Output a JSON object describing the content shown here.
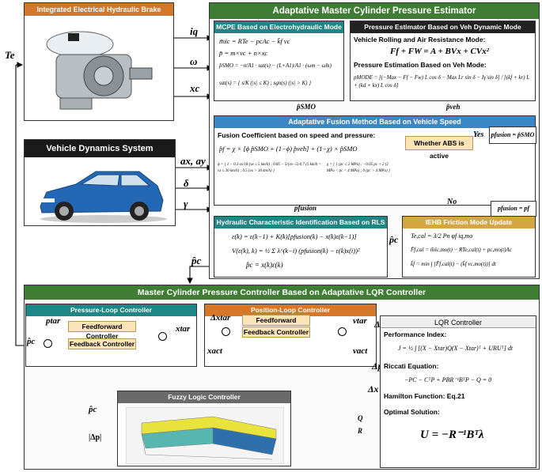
{
  "brake_title": "Integrated Electrical Hydraulic Brake",
  "vehicle_title": "Vehicle Dynamics System",
  "estimator_title": "Adaptative Master Cylinder Pressure Estimator",
  "mcpe_title": "MCPE Based on Electrohydraulic Mode",
  "mcpe_eq1": "m̄ẍc = RTe − pcAc − k̄f vc",
  "mcpe_eq2": "p̄ = m×vc + n×xc",
  "mcpe_eq3": "p̂SMO = −σ/A1 · sat(s) − (L+A1)/A1 · (ωm − ω̂m)",
  "mcpe_eq4": "sat(s) = { s/K (|s| ≤ K) ; sgn(s) (|s| > K) }",
  "veh_title": "Pressure Estimator Based on Veh Dynamic Mode",
  "veh_sub1": "Vehicle Rolling and Air Resistance Mode:",
  "veh_eq1": "Ff + FW = A + BVx + CVx²",
  "veh_sub2": "Pressure Estimation Based on Veh Mode:",
  "veh_eq2": "pMODE = [(−Max − Ff − Fw) L cos δ − Max Lr sin δ − Iγ̇ sin δ] / [(kf + kr) L + (kd + kx) L cos δ]",
  "fusion_title": "Adaptative Fusion Method Based on Vehicle Speed",
  "fusion_sub": "Fusion Coefficient based on speed and pressure:",
  "fusion_eq": "p̂f = χ × [ϕ p̂SMO + (1−ϕ) p̂veh] + (1−χ) × p̂SMO",
  "fusion_phi": "ϕ = { 1 − 0.3·vx/18 (vx ≤ 5 km/h) ; 0.85 − 5/(vx−5)·0.7 (5 km/h < vx ≤ 30 km/h) ; 0.5 (vx > 30 km/h) }",
  "fusion_chi": "χ = { 1 (pc ≤ 2 MPa) ; −0.05 pc + 2 (2 MPa < pc < 4 MPa) ; 0 (pc > 4 MPa) }",
  "abs_text": "Whether ABS is active",
  "yes": "Yes",
  "no": "No",
  "pf_smo": "pfusion = p̂SMO",
  "pf_f": "pfusion = pf",
  "rls_title": "Hydraulic Characteristic Identification Based on RLS",
  "rls_eq1": "ε(k) = ε(k−1) + K(k)[pfusion(k) − x(k)ε(k−1)]",
  "rls_eq2": "V(ε(k), k) = ½ Σ λ^(k−i) (pfusion(k) − ε(k)x(i))²",
  "rls_eq3": "p̂c = x(k)ε(k)",
  "iehb_title": "IEHB Friction Mode Update",
  "iehb_eq1": "Te,cal = 3/2 Pn φf iq,mo",
  "iehb_eq2": "F̄f,cal = m̄ẍc,mo(t) − RTe,cal(t) + pc,mo(t)Ac",
  "iehb_eq3": "k̄f = min ∫ [F̄f,cal(t) − (k̄f vc,mo(t))] dt",
  "ctrl_title": "Master Cylinder Pressure Controller Based on Adaptative LQR Controller",
  "ploop_title": "Pressure-Loop Controller",
  "pos_title": "Position-Loop Controller",
  "ff1": "Feedforward Controller",
  "fb1": "Feedback Controller",
  "ff2": "Feedforward Controller",
  "fb2": "Feedback Controller",
  "lqr_title": "LQR Controller",
  "perf": "Performance Index:",
  "perf_eq": "J = ½ ∫ [(X − Xtar)Q(X − Xtar)ᵀ + URUᵀ] dt",
  "riccati": "Riccati Equation:",
  "riccati_eq": "−PC − CᵀP + PBR⁻¹BᵀP − Q = 0",
  "hamilton": "Hamilton Function: Eq.21",
  "optimal": "Optimal Solution:",
  "optimal_eq": "U = −R⁻¹Bᵀλ",
  "fuzzy_title": "Fuzzy Logic Controller",
  "sig": {
    "Te": "Te",
    "iq": "iq",
    "omega": "ω",
    "xc": "xc",
    "axay": "ax, ay",
    "delta": "δ",
    "gamma": "γ",
    "psmo": "p̂SMO",
    "pveh": "p̂veh",
    "pfusion": "pfusion",
    "pc_rls": "p̂c",
    "pc_out": "p̂c",
    "ptar": "ptar",
    "pc_in": "p̂c",
    "xtar": "xtar",
    "dxtar": "Δxtar",
    "xact": "xact",
    "vtar": "vtar",
    "vact": "vact",
    "dv": "Δv",
    "dp": "Δp",
    "dx": "Δx",
    "pc_fuzzy": "p̂c",
    "abs_dp": "|Δp|",
    "Q": "Q",
    "R": "R"
  },
  "colors": {
    "orange": "#d5772a",
    "dark_green": "#3f7c34",
    "teal": "#1f8585",
    "black": "#222222",
    "blue": "#3a86c6",
    "gold": "#d6a642",
    "gray": "#6a6a6a"
  }
}
